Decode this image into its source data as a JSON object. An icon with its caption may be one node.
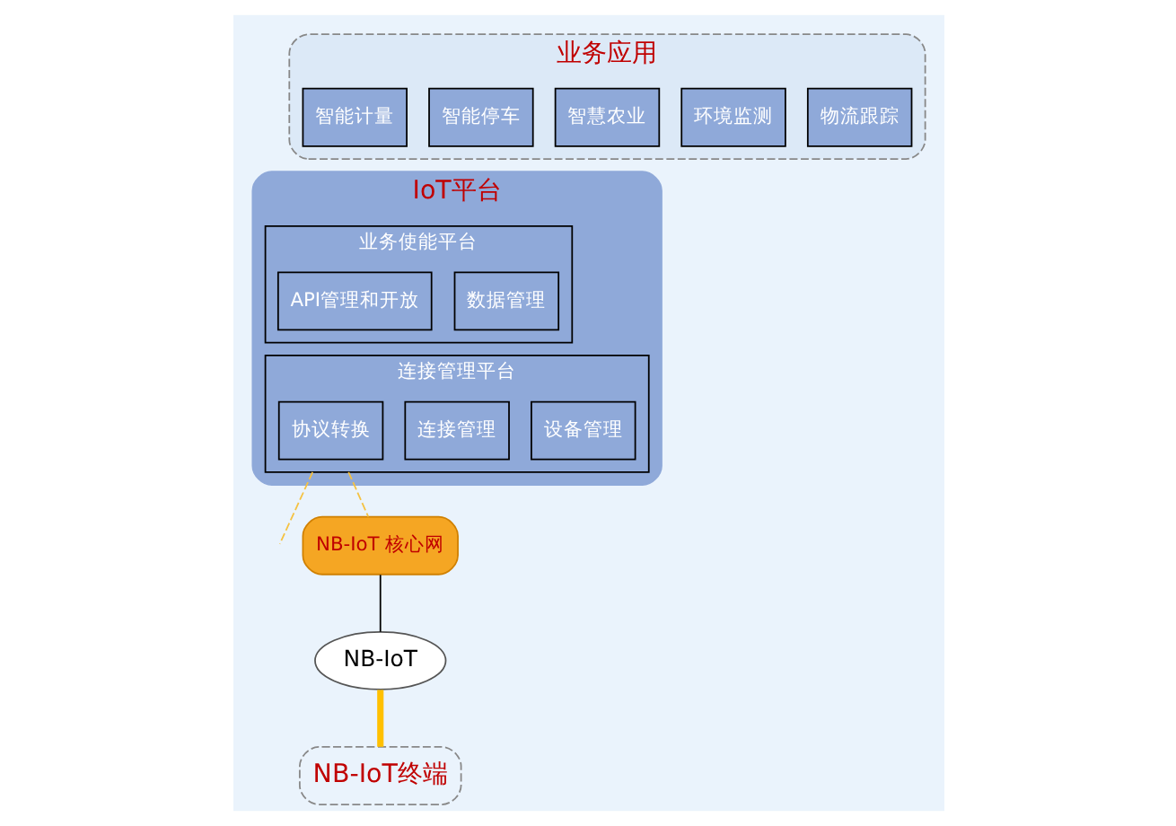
{
  "diagram": {
    "nodes": [
      {
        "text": [
          "业务应用"
        ]
      },
      {
        "text": [
          "智能计量"
        ],
        "in": 0
      },
      {
        "text": [
          "智能停车"
        ],
        "in": 0
      },
      {
        "text": [
          "智慧农业"
        ],
        "in": 0
      },
      {
        "text": [
          "环境监测"
        ],
        "in": 0
      },
      {
        "text": [
          "物流跟踪"
        ],
        "in": 0
      },
      {
        "text": [
          "IoT平台"
        ]
      },
      {
        "text": [
          "业务使能平台"
        ],
        "in": 6
      },
      {
        "text": [
          "API管理和开放"
        ],
        "in": 7
      },
      {
        "text": [
          "数据管理"
        ],
        "in": 7
      },
      {
        "text": [
          "连接管理平台"
        ],
        "in": 6
      },
      {
        "text": [
          "协议转换"
        ],
        "in": 10
      },
      {
        "text": [
          "连接管理"
        ],
        "in": 10
      },
      {
        "text": [
          "设备管理"
        ],
        "in": 10
      },
      {
        "text": [
          "NB-IoT 核心网"
        ]
      },
      {
        "text": [
          "NB-IoT"
        ]
      },
      {
        "text": [
          "NB-IoT终端"
        ]
      }
    ],
    "edges": [
      {
        "from": 10,
        "to": 14,
        "arrow": "none",
        "style": "dashed",
        "color": "#f5c242"
      },
      {
        "from": 10,
        "to": null,
        "arrow": "none",
        "style": "dashed",
        "color": "#f5c242"
      },
      {
        "from": 14,
        "to": 15,
        "arrow": "none",
        "color": "#000000"
      },
      {
        "from": 15,
        "to": 16,
        "arrow": "none",
        "style": "thick",
        "color": "#ffc000"
      }
    ]
  }
}
